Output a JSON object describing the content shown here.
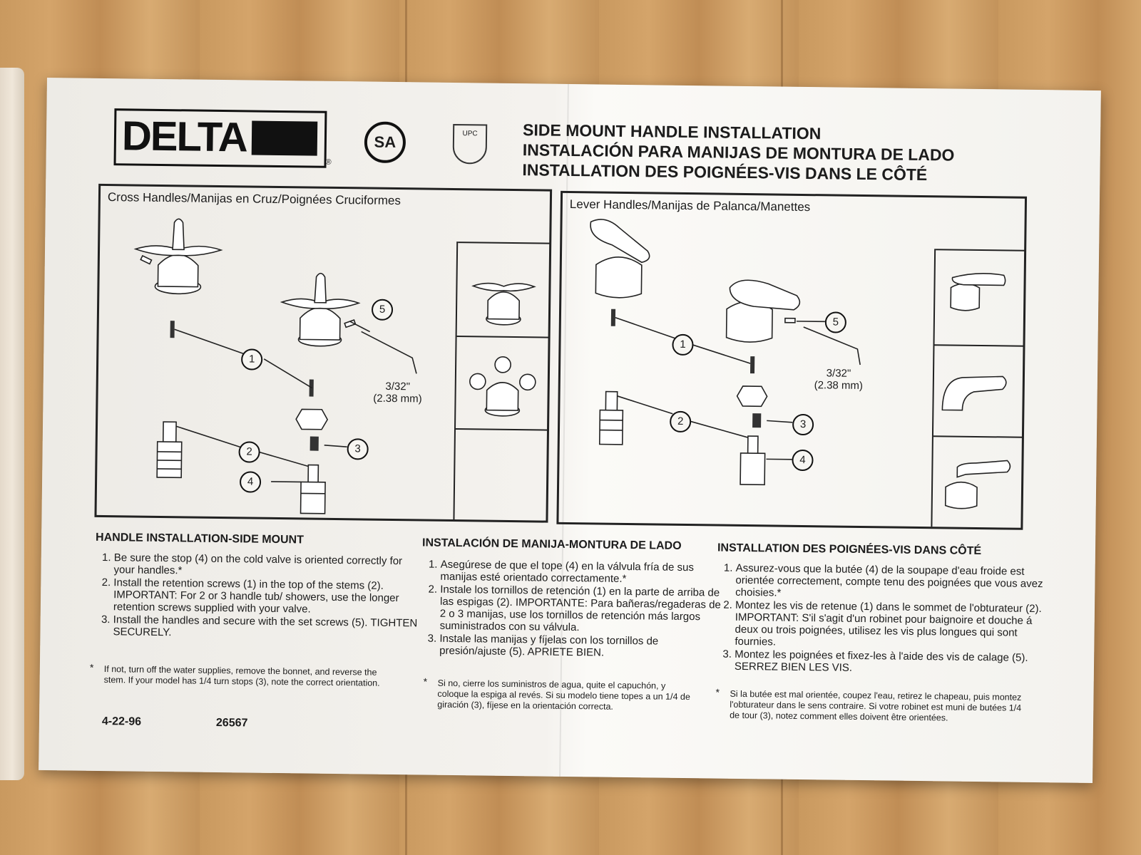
{
  "logos": {
    "delta": "DELTA",
    "registered": "®",
    "csa": "SA",
    "upc": "UPC"
  },
  "title_lines": [
    "SIDE MOUNT HANDLE INSTALLATION",
    "INSTALACIÓN PARA MANIJAS DE MONTURA DE LADO",
    "INSTALLATION DES POIGNÉES-VIS DANS LE CÔTÉ"
  ],
  "panels": {
    "cross": {
      "label": "Cross Handles/Manijas en Cruz/Poignées Cruciformes",
      "wrench_size": [
        "3/32\"",
        "(2.38 mm)"
      ]
    },
    "lever": {
      "label": "Lever Handles/Manijas de Palanca/Manettes",
      "wrench_size": [
        "3/32\"",
        "(2.38 mm)"
      ]
    },
    "callouts": [
      "1",
      "2",
      "3",
      "4",
      "5"
    ]
  },
  "english": {
    "heading": "HANDLE INSTALLATION-SIDE MOUNT",
    "steps": [
      "Be sure the stop (4) on the cold valve is oriented correctly for your handles.*",
      "Install the retention screws (1) in the top of the stems (2). IMPORTANT: For 2 or 3 handle tub/ showers, use the longer retention screws supplied with your valve.",
      "Install the handles and secure with the set screws (5). TIGHTEN SECURELY."
    ],
    "note": "If not, turn off the water supplies, remove the bonnet, and reverse the stem. If your model has 1/4 turn stops (3), note the correct orientation.",
    "date": "4-22-96",
    "part_number": "26567"
  },
  "spanish": {
    "heading": "INSTALACIÓN DE MANIJA-MONTURA DE LADO",
    "steps": [
      "Asegúrese de que el tope (4) en la válvula fría de sus manijas esté orientado correctamente.*",
      "Instale los tornillos de retención (1) en la parte de arriba de las espigas (2). IMPORTANTE: Para bañeras/regaderas de 2 o 3 manijas, use los tornillos de retención más largos suministrados con su válvula.",
      "Instale las manijas y fíjelas con los tornillos de presión/ajuste (5). APRIETE BIEN."
    ],
    "note": "Si no, cierre los suministros de agua, quite el capuchón, y coloque la espiga al revés. Si su modelo tiene topes a un 1/4 de giración (3), fíjese en la orientación correcta."
  },
  "french": {
    "heading": "INSTALLATION DES POIGNÉES-VIS DANS CÔTÉ",
    "steps": [
      "Assurez-vous que la butée (4) de la soupape d'eau froide est orientée correctement, compte tenu des poignées que vous avez choisies.*",
      "Montez les vis de retenue (1) dans le sommet de l'obturateur (2). IMPORTANT: S'il s'agit d'un robinet pour baignoire et douche á deux ou trois poignées, utilisez les vis plus longues qui sont fournies.",
      "Montez les poignées et fixez-les à l'aide des vis de calage (5). SERREZ BIEN LES VIS."
    ],
    "note": "Si la butée est mal orientée, coupez l'eau, retirez le chapeau, puis montez l'obturateur dans le sens contraire. Si votre robinet est muni de butées 1/4 de tour (3), notez comment elles doivent être orientées."
  },
  "note_marker": "*"
}
